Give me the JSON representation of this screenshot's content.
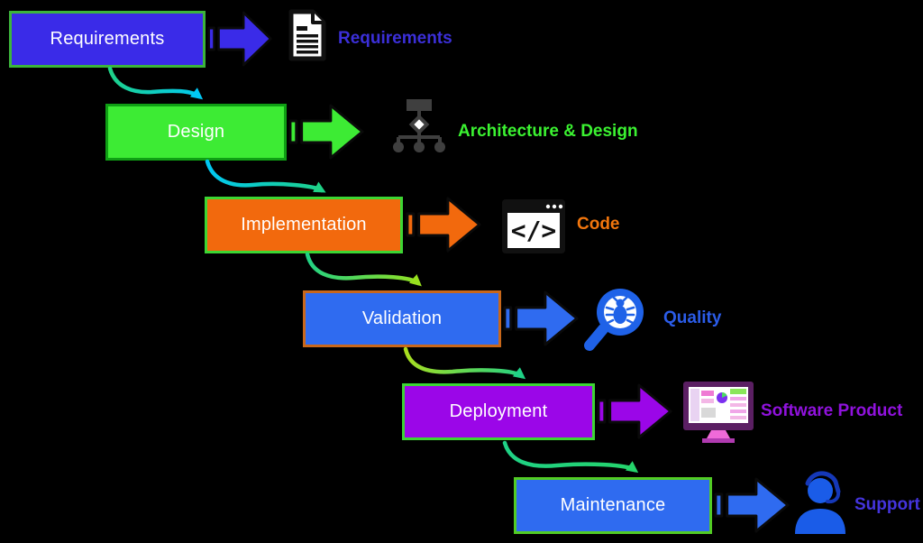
{
  "background_color": "#000000",
  "steps": [
    {
      "label": "Requirements",
      "artifact": "Requirements",
      "icon": "document-icon",
      "icon_color": "#111111",
      "box_fill": "#3a2be8",
      "box_border": "#3cb43c",
      "arrow_fill": "#3a2be8",
      "label_color": "#ffffff",
      "artifact_color": "#3b2fd8"
    },
    {
      "label": "Design",
      "artifact": "Architecture & Design",
      "icon": "org-chart-icon",
      "icon_color": "#3f3f3f",
      "box_fill": "#3deb34",
      "box_border": "#0f9f14",
      "arrow_fill": "#3deb34",
      "label_color": "#ffffff",
      "artifact_color": "#3bf231"
    },
    {
      "label": "Implementation",
      "artifact": "Code",
      "icon": "code-window-icon",
      "icon_color": "#111111",
      "box_fill": "#f2690d",
      "box_border": "#3cd633",
      "arrow_fill": "#f2690d",
      "label_color": "#ffffff",
      "artifact_color": "#f2760d"
    },
    {
      "label": "Validation",
      "artifact": "Quality",
      "icon": "bug-magnifier-icon",
      "icon_color": "#1f62e8",
      "box_fill": "#2f6bf0",
      "box_border": "#c9671a",
      "arrow_fill": "#2f6bf0",
      "label_color": "#ffffff",
      "artifact_color": "#2b5ce8"
    },
    {
      "label": "Deployment",
      "artifact": "Software Product",
      "icon": "monitor-icon",
      "icon_color": "#5b1f63",
      "box_fill": "#9b06e8",
      "box_border": "#3cd633",
      "arrow_fill": "#9b06e8",
      "label_color": "#ffffff",
      "artifact_color": "#9012dd"
    },
    {
      "label": "Maintenance",
      "artifact": "Support",
      "icon": "support-agent-icon",
      "icon_color": "#1a5ce8",
      "box_fill": "#2f6bf0",
      "box_border": "#52cc24",
      "arrow_fill": "#2f6bf0",
      "label_color": "#ffffff",
      "artifact_color": "#4434dd"
    }
  ],
  "connectors": [
    {
      "from": "Requirements",
      "to": "Design",
      "start_color": "#1fd186",
      "end_color": "#00c8f5"
    },
    {
      "from": "Design",
      "to": "Implementation",
      "start_color": "#00c8f5",
      "end_color": "#1fd186"
    },
    {
      "from": "Implementation",
      "to": "Validation",
      "start_color": "#1fd186",
      "end_color": "#97e01e"
    },
    {
      "from": "Validation",
      "to": "Deployment",
      "start_color": "#aade1e",
      "end_color": "#1fd186"
    },
    {
      "from": "Deployment",
      "to": "Maintenance",
      "start_color": "#1fd186",
      "end_color": "#25d46b"
    }
  ]
}
